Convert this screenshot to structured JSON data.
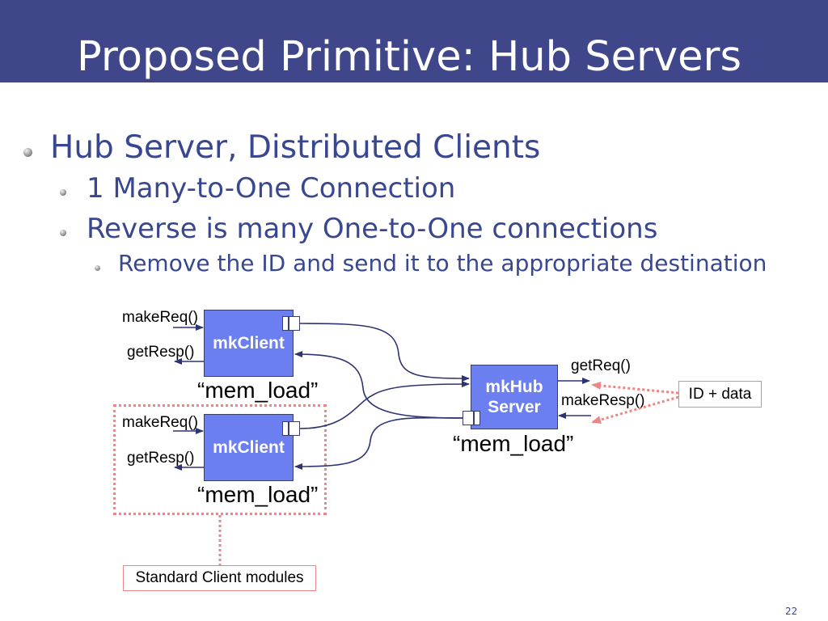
{
  "slide": {
    "title": "Proposed Primitive: Hub Servers",
    "page_number": "22"
  },
  "bullets": [
    {
      "text": "Hub Server, Distributed Clients",
      "sub": [
        {
          "text": "1 Many-to-One Connection"
        },
        {
          "text": "Reverse is many One-to-One connections",
          "sub": [
            {
              "text": "Remove the ID and send it to the appropriate destination"
            }
          ]
        }
      ]
    }
  ],
  "diagram": {
    "clients": [
      {
        "module": "mkClient",
        "make_req": "makeReq()",
        "get_resp": "getResp()",
        "instance": "“mem_load”"
      },
      {
        "module": "mkClient",
        "make_req": "makeReq()",
        "get_resp": "getResp()",
        "instance": "“mem_load”"
      }
    ],
    "hub": {
      "module_line1": "mkHub",
      "module_line2": "Server",
      "get_req": "getReq()",
      "make_resp": "makeResp()",
      "instance": "“mem_load”"
    },
    "id_data_note": "ID + data",
    "client_group_note": "Standard Client modules"
  },
  "icons": {
    "bullet": "bullet-icon"
  },
  "colors": {
    "title_bar": "#3f478a",
    "title_text": "#ffffff",
    "body_text": "#38478f",
    "module_fill": "#6b7ff0",
    "connection": "#2e3470",
    "highlight": "#ec8585"
  }
}
